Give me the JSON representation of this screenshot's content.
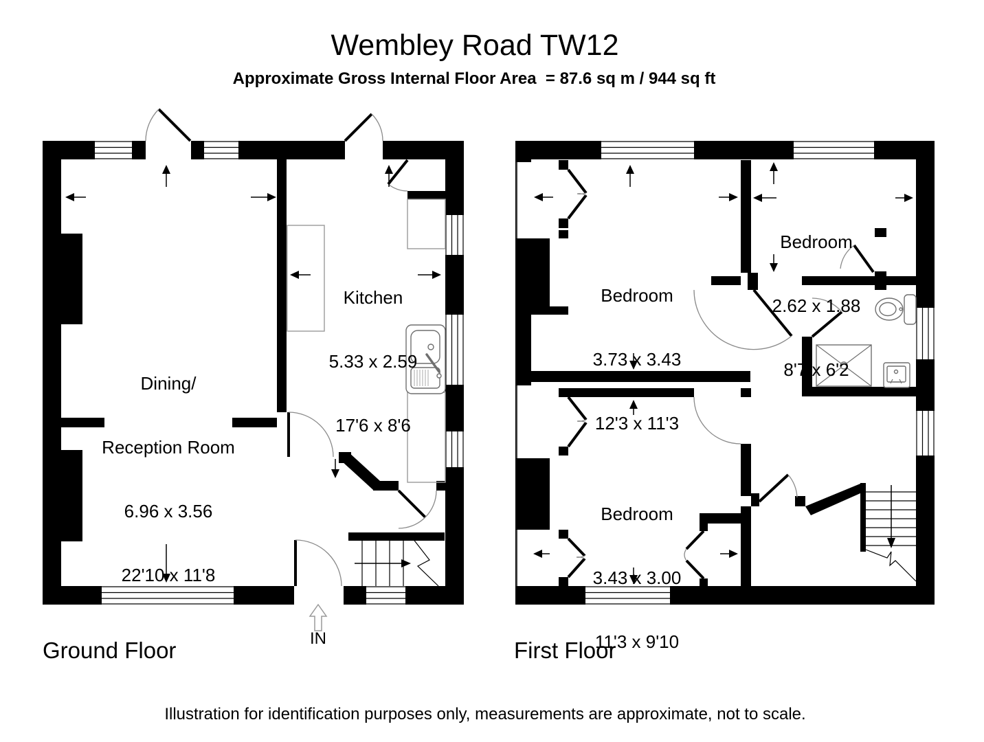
{
  "header": {
    "title": "Wembley Road TW12",
    "subtitle": "Approximate Gross Internal Floor Area  = 87.6 sq m / 944 sq ft"
  },
  "floors": {
    "ground": {
      "label": "Ground Floor",
      "entrance_label": "IN",
      "rooms": {
        "dining": {
          "name_line1": "Dining/",
          "name_line2": "Reception Room",
          "metric": "6.96 x 3.56",
          "imperial": "22'10 x 11'8"
        },
        "kitchen": {
          "name": "Kitchen",
          "metric": "5.33 x 2.59",
          "imperial": "17'6 x 8'6"
        }
      }
    },
    "first": {
      "label": "First Floor",
      "rooms": {
        "bedroom_front": {
          "name": "Bedroom",
          "metric": "3.73 x 3.43",
          "imperial": "12'3 x 11'3"
        },
        "bedroom_small": {
          "name": "Bedroom",
          "metric": "2.62 x 1.88",
          "imperial": "8'7 x 6'2"
        },
        "bedroom_back": {
          "name": "Bedroom",
          "metric": "3.43 x 3.00",
          "imperial": "11'3 x 9'10"
        }
      }
    }
  },
  "footer": {
    "disclaimer": "Illustration for identification purposes only, measurements are approximate, not to scale."
  },
  "colors": {
    "wall": "#000000",
    "background": "#ffffff",
    "arc_line": "#8a8a8a",
    "fixture_line": "#6f6f6f"
  }
}
